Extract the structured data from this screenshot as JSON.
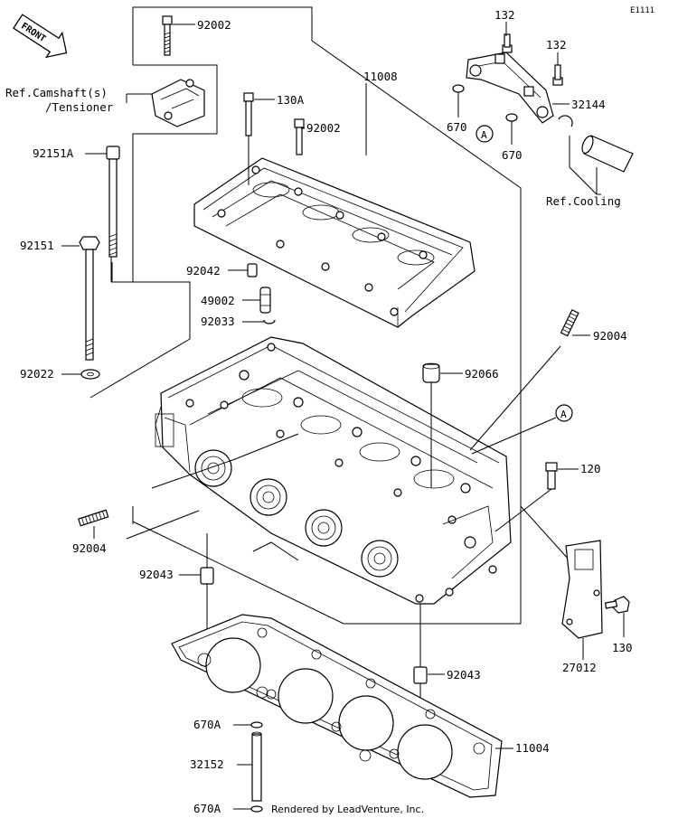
{
  "diagram_code": "E1111",
  "front_label": "FRONT",
  "credit": "Rendered by LeadVenture, Inc.",
  "callouts": [
    {
      "id": "92002-top",
      "text": "92002"
    },
    {
      "id": "ref-camshaft-1",
      "text": "Ref.Camshaft(s)"
    },
    {
      "id": "ref-camshaft-2",
      "text": "/Tensioner"
    },
    {
      "id": "132-a",
      "text": "132"
    },
    {
      "id": "132-b",
      "text": "132"
    },
    {
      "id": "11008",
      "text": "11008"
    },
    {
      "id": "130A",
      "text": "130A"
    },
    {
      "id": "92002-mid",
      "text": "92002"
    },
    {
      "id": "32144",
      "text": "32144"
    },
    {
      "id": "670-a",
      "text": "670"
    },
    {
      "id": "670-b",
      "text": "670"
    },
    {
      "id": "A-top",
      "text": "A"
    },
    {
      "id": "92151A",
      "text": "92151A"
    },
    {
      "id": "ref-cooling",
      "text": "Ref.Cooling"
    },
    {
      "id": "92151",
      "text": "92151"
    },
    {
      "id": "92042",
      "text": "92042"
    },
    {
      "id": "49002",
      "text": "49002"
    },
    {
      "id": "92033",
      "text": "92033"
    },
    {
      "id": "92004-right",
      "text": "92004"
    },
    {
      "id": "92022",
      "text": "92022"
    },
    {
      "id": "92066",
      "text": "92066"
    },
    {
      "id": "A-mid",
      "text": "A"
    },
    {
      "id": "120",
      "text": "120"
    },
    {
      "id": "92004-left",
      "text": "92004"
    },
    {
      "id": "92043-top",
      "text": "92043"
    },
    {
      "id": "130",
      "text": "130"
    },
    {
      "id": "27012",
      "text": "27012"
    },
    {
      "id": "92043-bottom",
      "text": "92043"
    },
    {
      "id": "670A-top",
      "text": "670A"
    },
    {
      "id": "11004",
      "text": "11004"
    },
    {
      "id": "32152",
      "text": "32152"
    },
    {
      "id": "670A-bottom",
      "text": "670A"
    }
  ]
}
